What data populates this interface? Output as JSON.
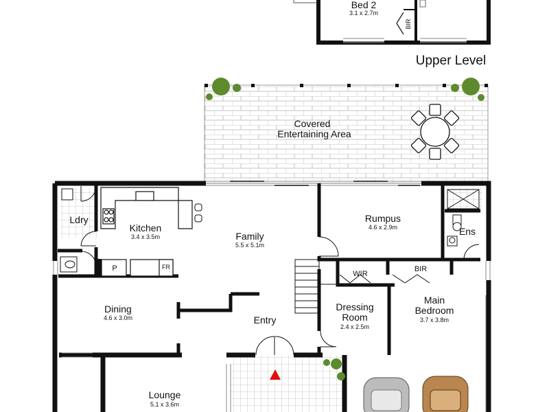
{
  "upper_level": {
    "heading": "Upper Level",
    "bed2": {
      "name": "Bed 2",
      "dims": "3.1 x 2.7m"
    },
    "bir": "BIR"
  },
  "ground_level": {
    "covered": {
      "line1": "Covered",
      "line2": "Entertaining Area"
    },
    "ldry": "Ldry",
    "kitchen": {
      "name": "Kitchen",
      "dims": "3.4 x 3.5m"
    },
    "pantry": "P",
    "fridge": "FR",
    "family": {
      "name": "Family",
      "dims": "5.5 x 5.1m"
    },
    "rumpus": {
      "name": "Rumpus",
      "dims": "4.6 x 2.9m"
    },
    "ens": "Ens",
    "wir": "WIR",
    "bir": "BIR",
    "dining": {
      "name": "Dining",
      "dims": "4.6 x 3.0m"
    },
    "entry": "Entry",
    "dressing": {
      "line1": "Dressing",
      "line2": "Room",
      "dims": "2.4 x 2.5m"
    },
    "main_bedroom": {
      "line1": "Main",
      "line2": "Bedroom",
      "dims": "3.7 x 3.8m"
    },
    "lounge": {
      "name": "Lounge",
      "dims": "5.1 x 3.6m"
    }
  },
  "colors": {
    "wall": "#111111",
    "tree": "#5e8a2e",
    "entry_arrow": "#e01010",
    "car_silver": "#bcbcbc",
    "car_tan": "#b8864e"
  }
}
